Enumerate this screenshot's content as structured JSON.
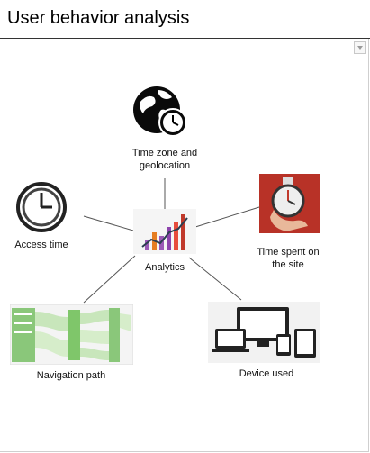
{
  "header": {
    "title": "User behavior analysis"
  },
  "diagram": {
    "center": {
      "label": "Analytics",
      "icon": "analytics-chart-icon"
    },
    "nodes": {
      "timezone": {
        "label_line1": "Time zone and",
        "label_line2": "geolocation",
        "icon": "globe-clock-icon"
      },
      "access": {
        "label_line1": "Access time",
        "icon": "clock-icon"
      },
      "timespent": {
        "label_line1": "Time spent on",
        "label_line2": "the site",
        "icon": "stopwatch-hand-icon"
      },
      "navigation": {
        "label_line1": "Navigation path",
        "icon": "sankey-flow-icon"
      },
      "device": {
        "label_line1": "Device used",
        "icon": "devices-icon"
      }
    },
    "colors": {
      "link": "#555555",
      "accent_red": "#c0392b",
      "flow_green": "#7fc66a"
    }
  },
  "chart_menu": {
    "icon": "chevron-down-icon"
  }
}
